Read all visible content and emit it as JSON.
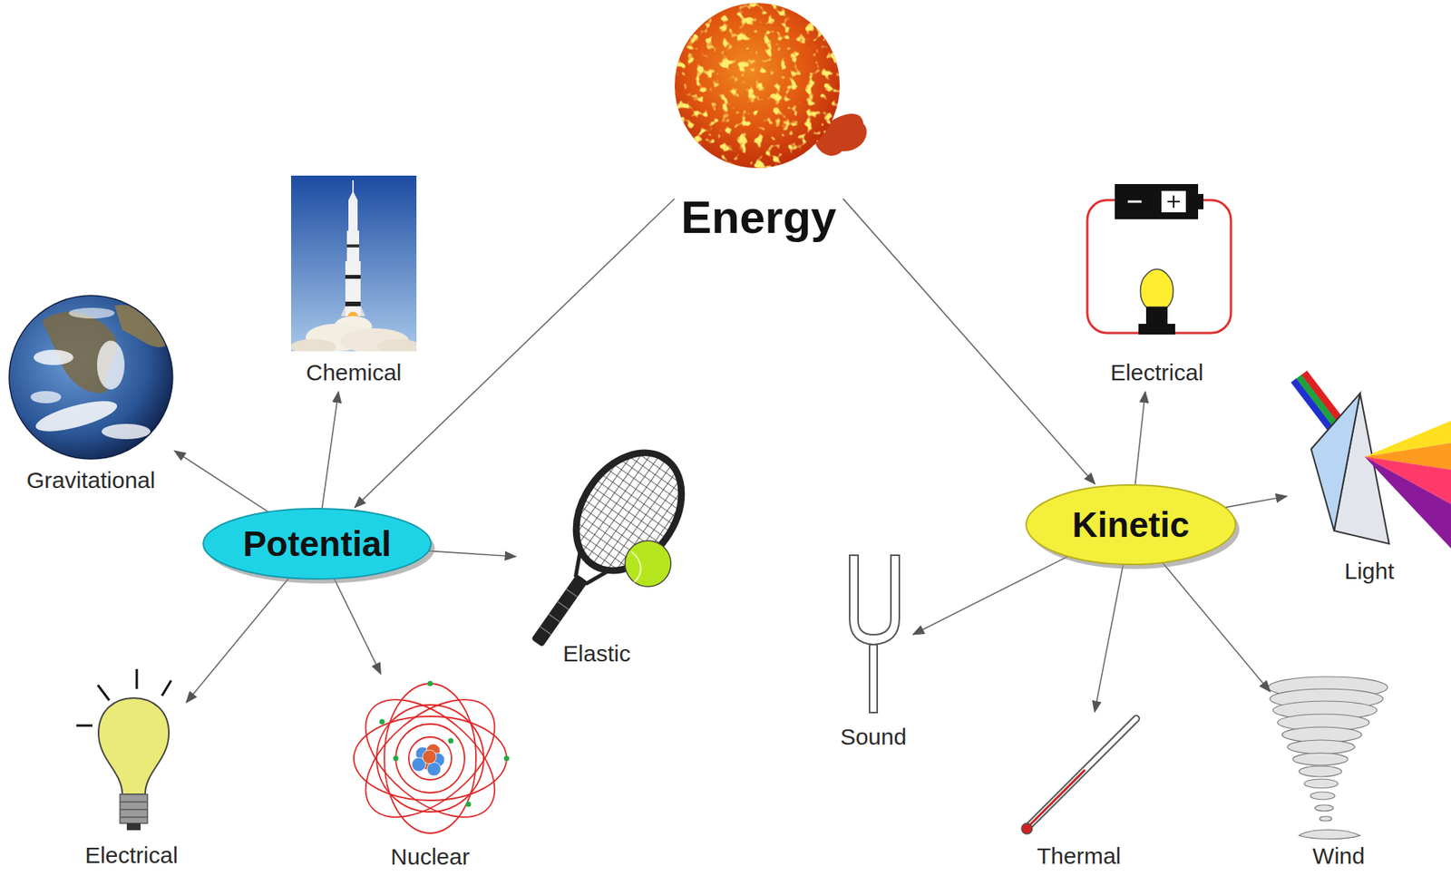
{
  "diagram": {
    "nodes": [
      {
        "text": [
          "Energy"
        ]
      },
      {
        "text": [
          "Chemical"
        ]
      },
      {
        "text": [
          "Electrical"
        ]
      },
      {
        "text": [
          "Gravitational"
        ]
      },
      {
        "text": [
          "Potential"
        ]
      },
      {
        "text": [
          "Kinetic"
        ]
      },
      {
        "text": [
          "Light"
        ]
      },
      {
        "text": [
          "Elastic"
        ]
      },
      {
        "text": [
          "Sound"
        ]
      },
      {
        "text": [
          "Electrical"
        ]
      },
      {
        "text": [
          "Nuclear"
        ]
      },
      {
        "text": [
          "Thermal"
        ]
      },
      {
        "text": [
          "Wind"
        ]
      }
    ],
    "edges": [
      {
        "from": 0,
        "to": 4,
        "arrow": "to"
      },
      {
        "from": 0,
        "to": 5,
        "arrow": "to"
      },
      {
        "from": 4,
        "to": 3,
        "arrow": "to"
      },
      {
        "from": 4,
        "to": 1,
        "arrow": "to"
      },
      {
        "from": 4,
        "to": 7,
        "arrow": "to"
      },
      {
        "from": 4,
        "to": 9,
        "arrow": "to"
      },
      {
        "from": 4,
        "to": 10,
        "arrow": "to"
      },
      {
        "from": 5,
        "to": 2,
        "arrow": "to"
      },
      {
        "from": 5,
        "to": 6,
        "arrow": "to"
      },
      {
        "from": 5,
        "to": 8,
        "arrow": "to"
      },
      {
        "from": 5,
        "to": 11,
        "arrow": "to"
      },
      {
        "from": 5,
        "to": 12,
        "arrow": "to"
      }
    ]
  }
}
